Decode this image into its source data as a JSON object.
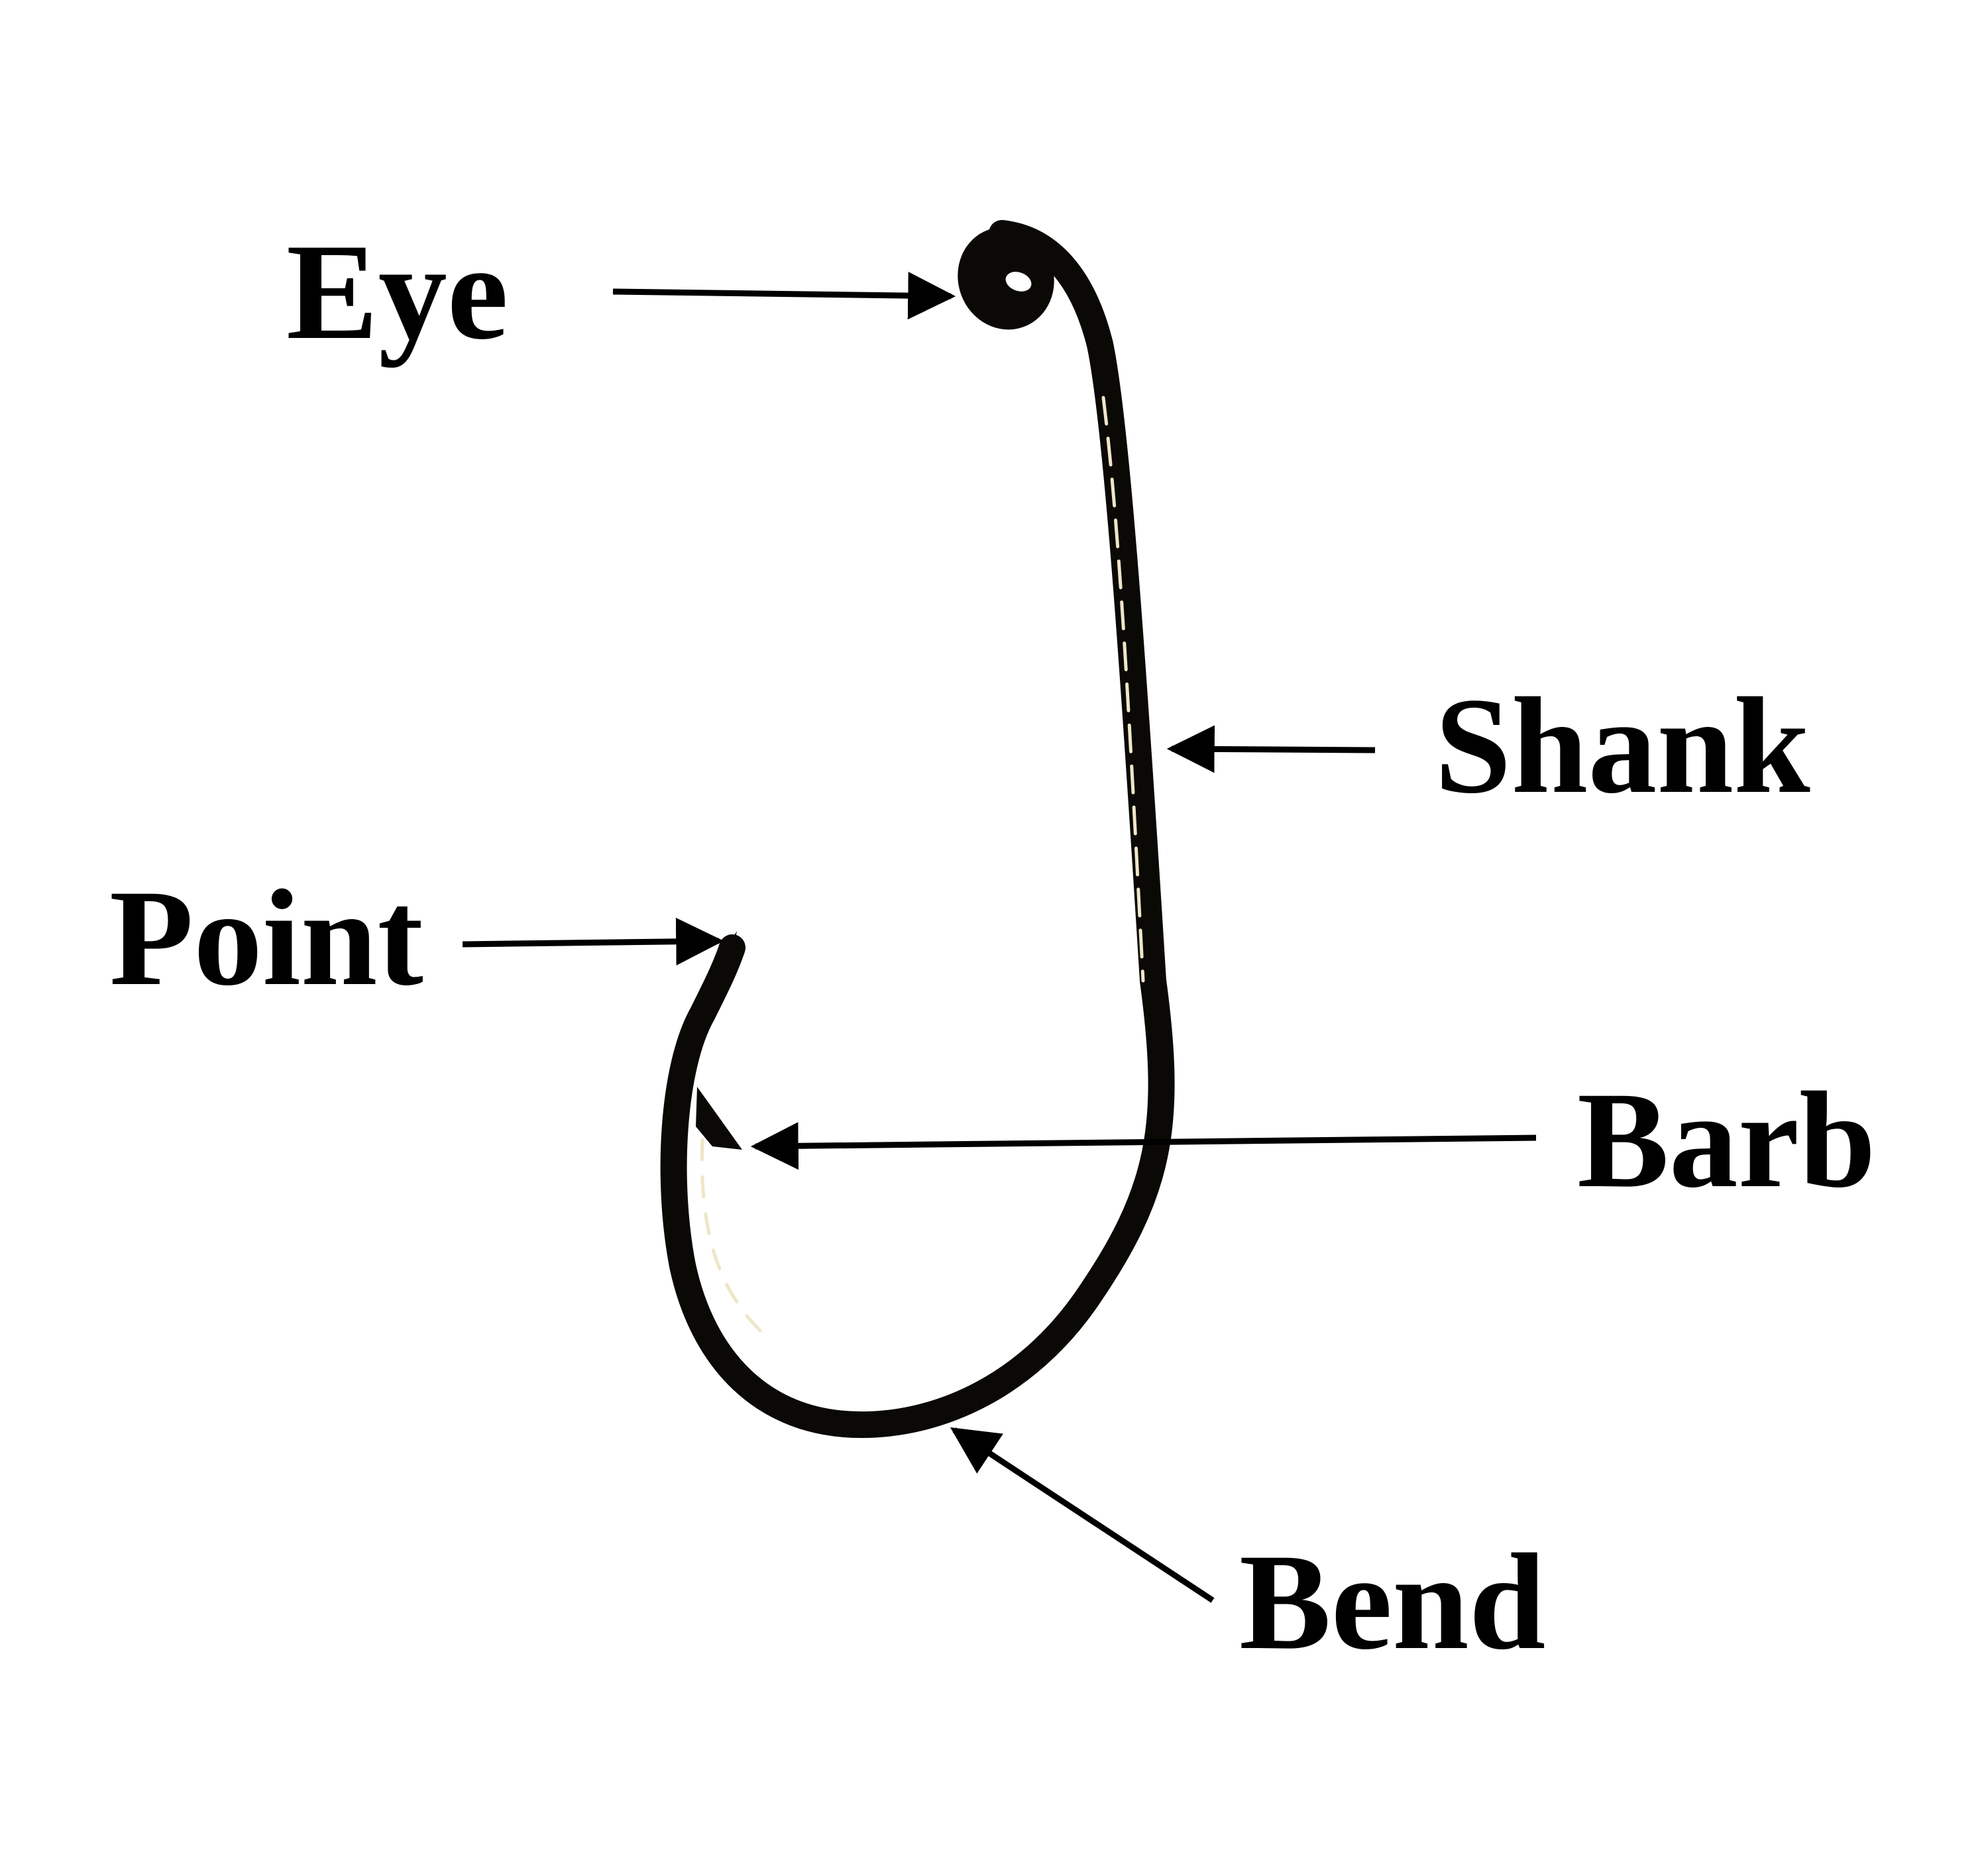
{
  "colors": {
    "background": "#ffffff",
    "hook": "#0b0905",
    "hook_highlight": "#efe6c8",
    "arrow": "#000000",
    "label": "#000000"
  },
  "labels": {
    "eye": "Eye",
    "shank": "Shank",
    "point": "Point",
    "barb": "Barb",
    "bend": "Bend"
  }
}
